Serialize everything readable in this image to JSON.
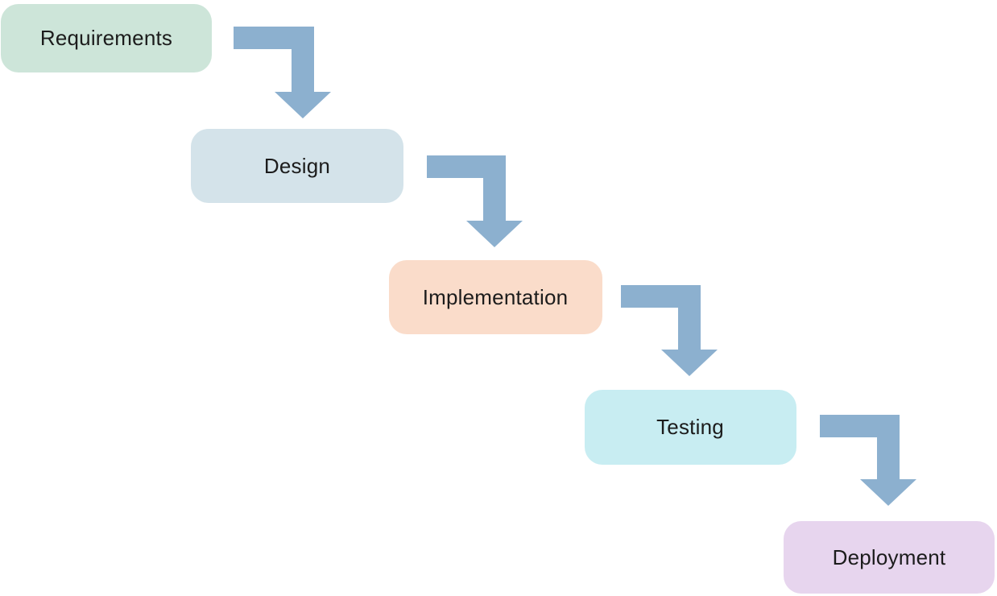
{
  "diagram": {
    "kind": "process-flow",
    "stage_count": 5
  },
  "stages": [
    {
      "label": "Requirements",
      "color": "#cde5d9"
    },
    {
      "label": "Design",
      "color": "#d4e3ea"
    },
    {
      "label": "Implementation",
      "color": "#fadcca"
    },
    {
      "label": "Testing",
      "color": "#c8edf2"
    },
    {
      "label": "Deployment",
      "color": "#e7d5ee"
    }
  ],
  "connections": [
    {
      "from": "Requirements",
      "to": "Design"
    },
    {
      "from": "Design",
      "to": "Implementation"
    },
    {
      "from": "Implementation",
      "to": "Testing"
    },
    {
      "from": "Testing",
      "to": "Deployment"
    }
  ],
  "colors": {
    "arrow": "#8cb0cf",
    "text": "#1c1c1c",
    "background": "#ffffff"
  }
}
